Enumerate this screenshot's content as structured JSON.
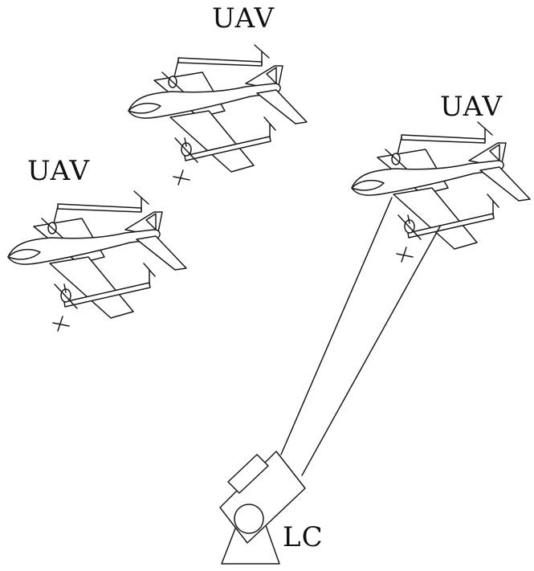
{
  "figure": {
    "labels": {
      "uav_top": "UAV",
      "uav_left": "UAV",
      "uav_right": "UAV",
      "station": "LC"
    },
    "stroke_color": "#1a1a1a",
    "background_color": "#ffffff"
  }
}
